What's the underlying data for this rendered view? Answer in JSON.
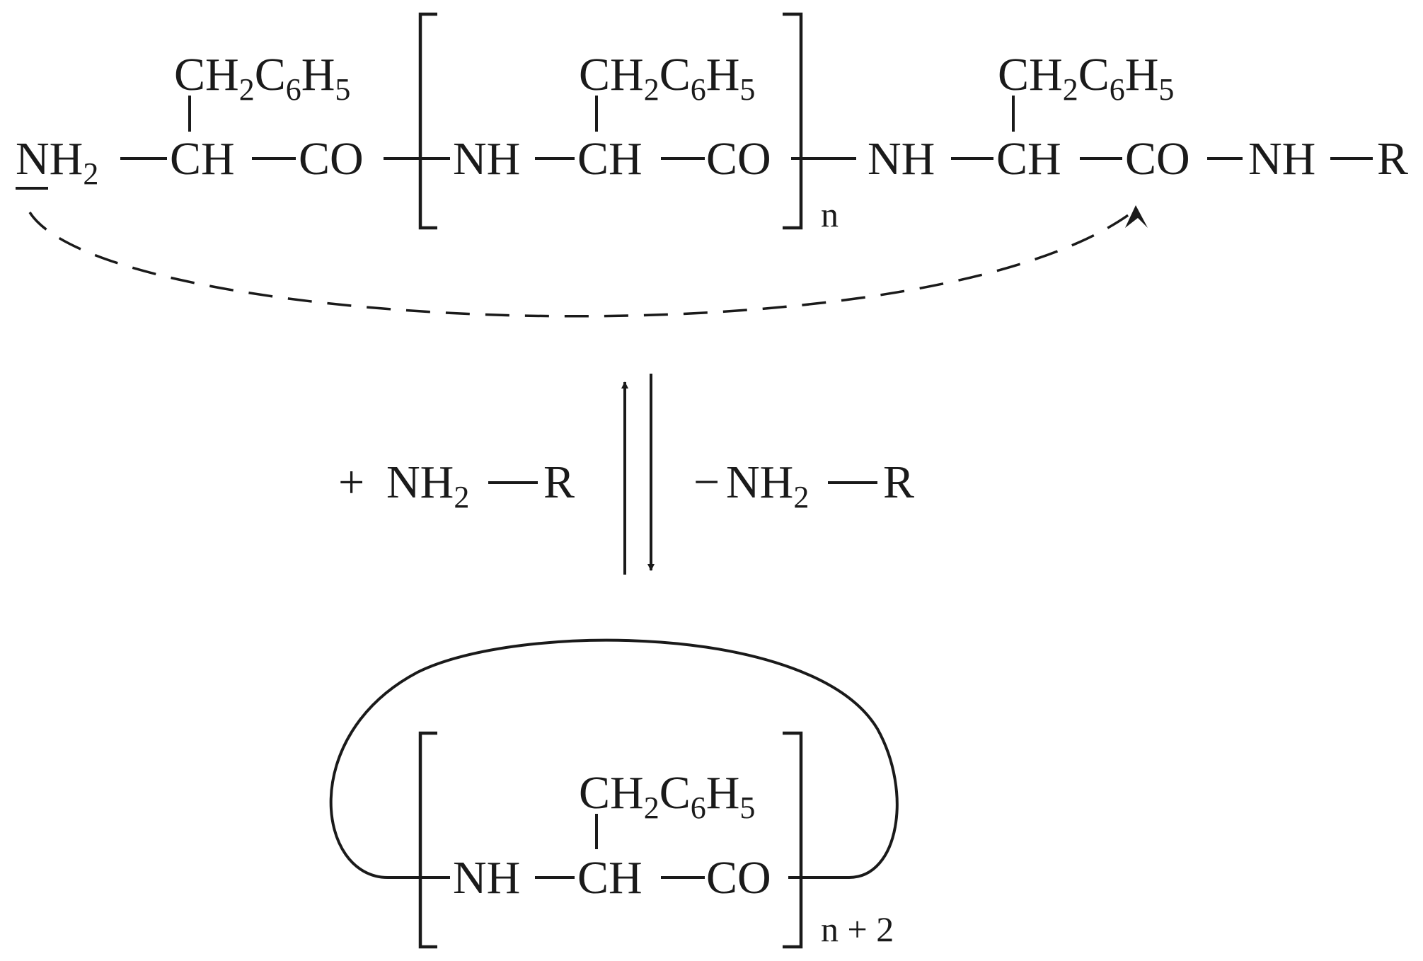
{
  "top_chain": {
    "end_group_n": "N",
    "end_group_h": "H",
    "end_group_sub": "2",
    "ch": "CH",
    "co": "CO",
    "nh": "NH",
    "terminal_nh": "NH",
    "terminal_r": "R",
    "repeat_index": "n"
  },
  "side_chain": {
    "ch": "CH",
    "sub1": "2",
    "c": "C",
    "sub2": "6",
    "h": "H",
    "sub3": "5"
  },
  "reaction": {
    "forward_sign": "+",
    "reverse_sign": "−",
    "reagent_nh": "NH",
    "reagent_sub": "2",
    "reagent_r": "R"
  },
  "ring": {
    "nh": "NH",
    "ch": "CH",
    "co": "CO",
    "repeat_index": "n + 2"
  }
}
